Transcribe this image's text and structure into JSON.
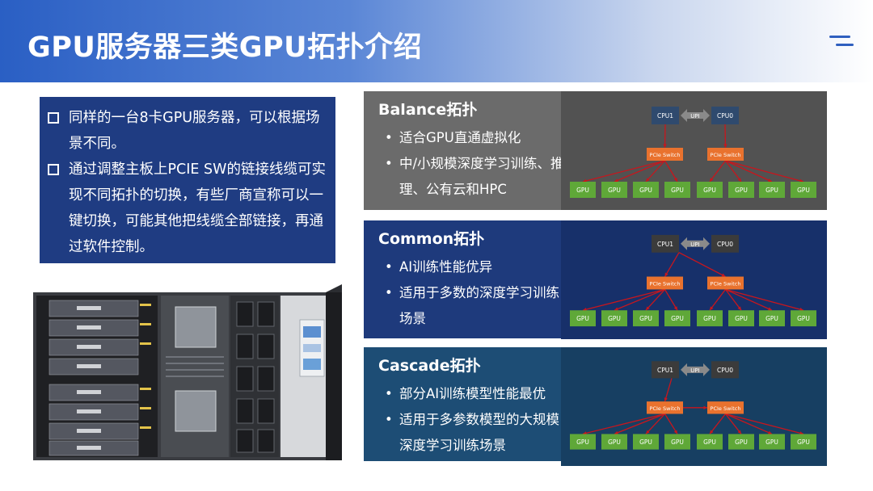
{
  "header": {
    "title": "GPU服务器三类GPU拓扑介绍"
  },
  "description": {
    "items": [
      "同样的一台8卡GPU服务器，可以根据场景不同。",
      "通过调整主板上PCIE SW的链接线缆可实现不同拓扑的切换，有些厂商宣称可以一键切换，可能其他把线缆全部链接，再通过软件控制。"
    ]
  },
  "panels": [
    {
      "title": "Balance拓扑",
      "bullets": [
        "适合GPU直通虚拟化",
        "中/小规模深度学习训练、推理、公有云和HPC"
      ]
    },
    {
      "title": "Common拓扑",
      "bullets": [
        "AI训练性能优异",
        "适用于多数的深度学习训练场景"
      ]
    },
    {
      "title": "Cascade拓扑",
      "bullets": [
        "部分AI训练模型性能最优",
        "适用于多参数模型的大规模深度学习训练场景"
      ]
    }
  ],
  "diagram": {
    "cpu1": "CPU1",
    "cpu0": "CPU0",
    "upi": "UPI",
    "switch": "PCIe Switch",
    "gpu": "GPU"
  },
  "colors": {
    "cpu_box": "#3b3b3b",
    "cpu_box_balance": "#2f4a6e",
    "switch_box": "#e9722e",
    "gpu_box": "#5fa838",
    "link": "#c8161d"
  }
}
